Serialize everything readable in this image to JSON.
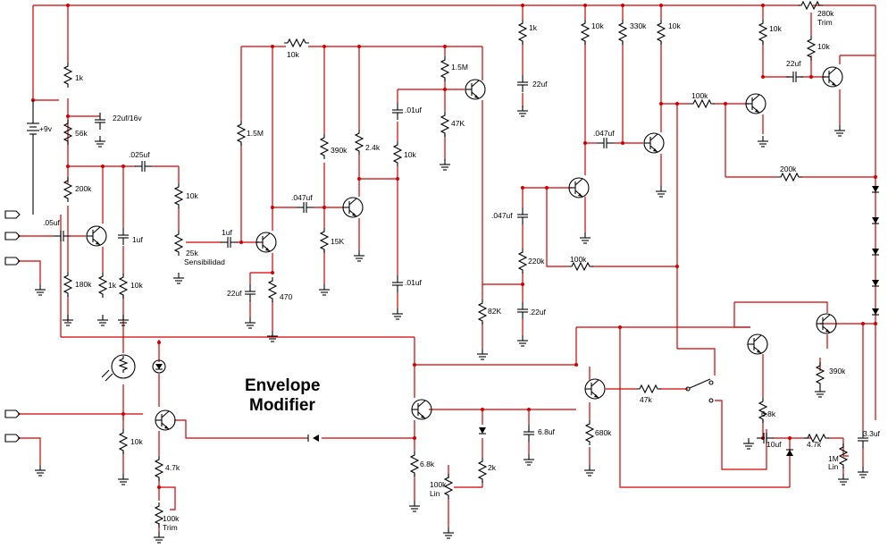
{
  "title_line1": "Envelope",
  "title_line2": "Modifier",
  "labels": {
    "r1k_a": "1k",
    "c22uf16v": "22uf/16v",
    "r56k": "56k",
    "bat9v": "+9v",
    "r200k_a": "200k",
    "c025": ".025uf",
    "c05": ".05uf",
    "c1uf_a": "1uf",
    "r180k": "180k",
    "r1k_b": "1k",
    "r10k_a": "10k",
    "r10k_b": "10k",
    "pot25k": "25k",
    "sens": "Sensibilidad",
    "c1uf_b": "1uf",
    "r15M": "1.5M",
    "r10k_c": "10k",
    "c22uf_a": "22uf",
    "r470": "470",
    "r390k_a": "390k",
    "c047_a": ".047uf",
    "r15K": "15K",
    "r24k": "2.4k",
    "r15M_b": "1.5M",
    "r47K": "47K",
    "c01_a": ".01uf",
    "r10k_d": "10k",
    "c01_b": ".01uf",
    "r1k_c": "1k",
    "c22uf_b": "22uf",
    "r82K": "82K",
    "c047_b": ".047uf",
    "r220k": "220k",
    "c22uf_c": ".22uf",
    "r100k_a": "100k",
    "r10k_e": "10k",
    "r330k": "330k",
    "c047_c": ".047uf",
    "r10k_f": "10k",
    "r100k_b": "100k",
    "r10k_g": "10k",
    "r280k": "280k",
    "trim_a": "Trim",
    "r10k_h": "10k",
    "c22uf_d": "22uf",
    "r200k_b": "200k",
    "r390k_b": "390k",
    "r47k": "47k",
    "r68k_a": "6.8k",
    "c10uf": "10uf",
    "r47k_b": "4.7k",
    "pot1M": "1M",
    "lin_a": "Lin",
    "c33uf": "3.3uf",
    "r680k": "680k",
    "c68uf": "6.8uf",
    "r2k": "2k",
    "pot100k": "100k",
    "lin_b": "Lin",
    "r68k_b": "6.8k",
    "r10k_i": "10k",
    "r47k_c": "4.7k",
    "pot100k_t": "100k",
    "trim_b": "Trim"
  }
}
